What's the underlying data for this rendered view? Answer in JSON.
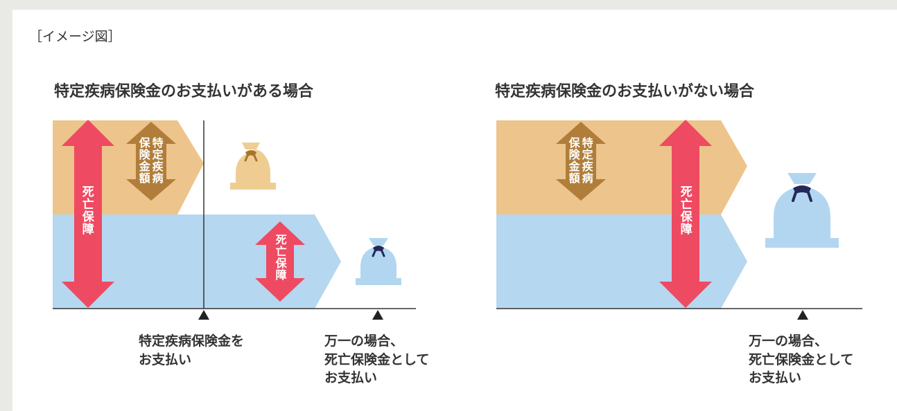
{
  "header": {
    "image_label": "［イメージ図］"
  },
  "left_panel": {
    "title": "特定疾病保険金のお支払いがある場合",
    "arrow_death_coverage": "死亡保障",
    "arrow_disease_benefit_col1": "特定疾病",
    "arrow_disease_benefit_col2": "保険金額",
    "arrow_death_coverage_after": "死亡保障",
    "caption_disease_payment": [
      "特定疾病保険金を",
      "お支払い"
    ],
    "caption_death_payment": [
      "万一の場合、",
      "死亡保険金として",
      "お支払い"
    ]
  },
  "right_panel": {
    "title": "特定疾病保険金のお支払いがない場合",
    "arrow_disease_benefit_col1": "特定疾病",
    "arrow_disease_benefit_col2": "保険金額",
    "arrow_death_coverage": "死亡保障",
    "caption_death_payment": [
      "万一の場合、",
      "死亡保険金として",
      "お支払い"
    ]
  },
  "colors": {
    "disease_band": "#edc48b",
    "death_band": "#b5d7ef",
    "red_arrow": "#ee4a62",
    "brown_arrow": "#b07e3a",
    "bag_tan": "#efcd92",
    "bag_blue": "#b2d6f0",
    "bag_knot": "#24295a",
    "bag_knot_tan": "#a8742c"
  }
}
